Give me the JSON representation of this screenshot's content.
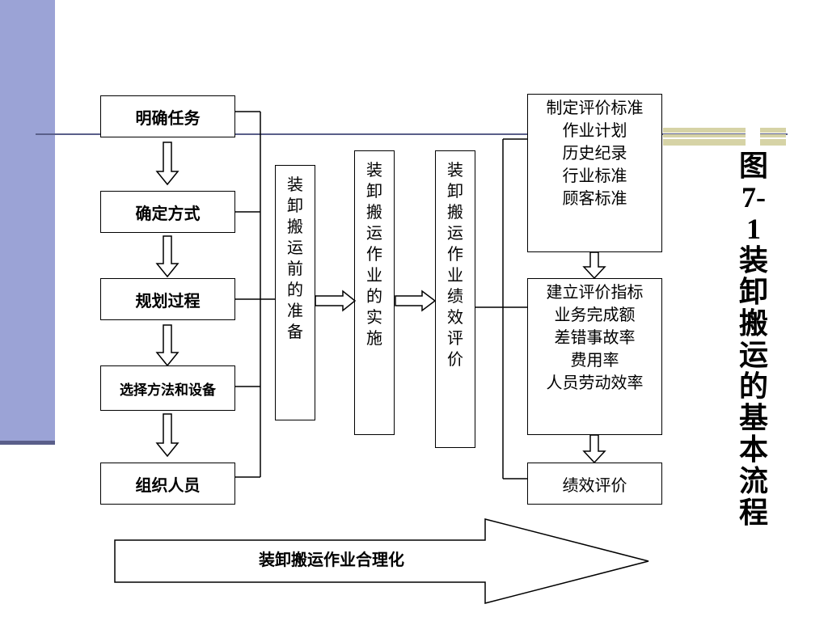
{
  "title": "图7-1装卸搬运的基本流程",
  "steps": [
    "明确任务",
    "确定方式",
    "规划过程",
    "选择方法和设备",
    "组织人员"
  ],
  "phases": [
    "装卸搬运前的准备",
    "装卸搬运作业的实施",
    "装卸搬运作业绩效评价"
  ],
  "evaluation_standards": [
    "制定评价标准",
    "作业计划",
    "历史纪录",
    "行业标准",
    "顾客标准"
  ],
  "evaluation_indicators": [
    "建立评价指标",
    "业务完成额",
    "差错事故率",
    "费用率",
    "人员劳动效率"
  ],
  "performance_evaluation": "绩效评价",
  "rationalization": "装卸搬运作业合理化"
}
